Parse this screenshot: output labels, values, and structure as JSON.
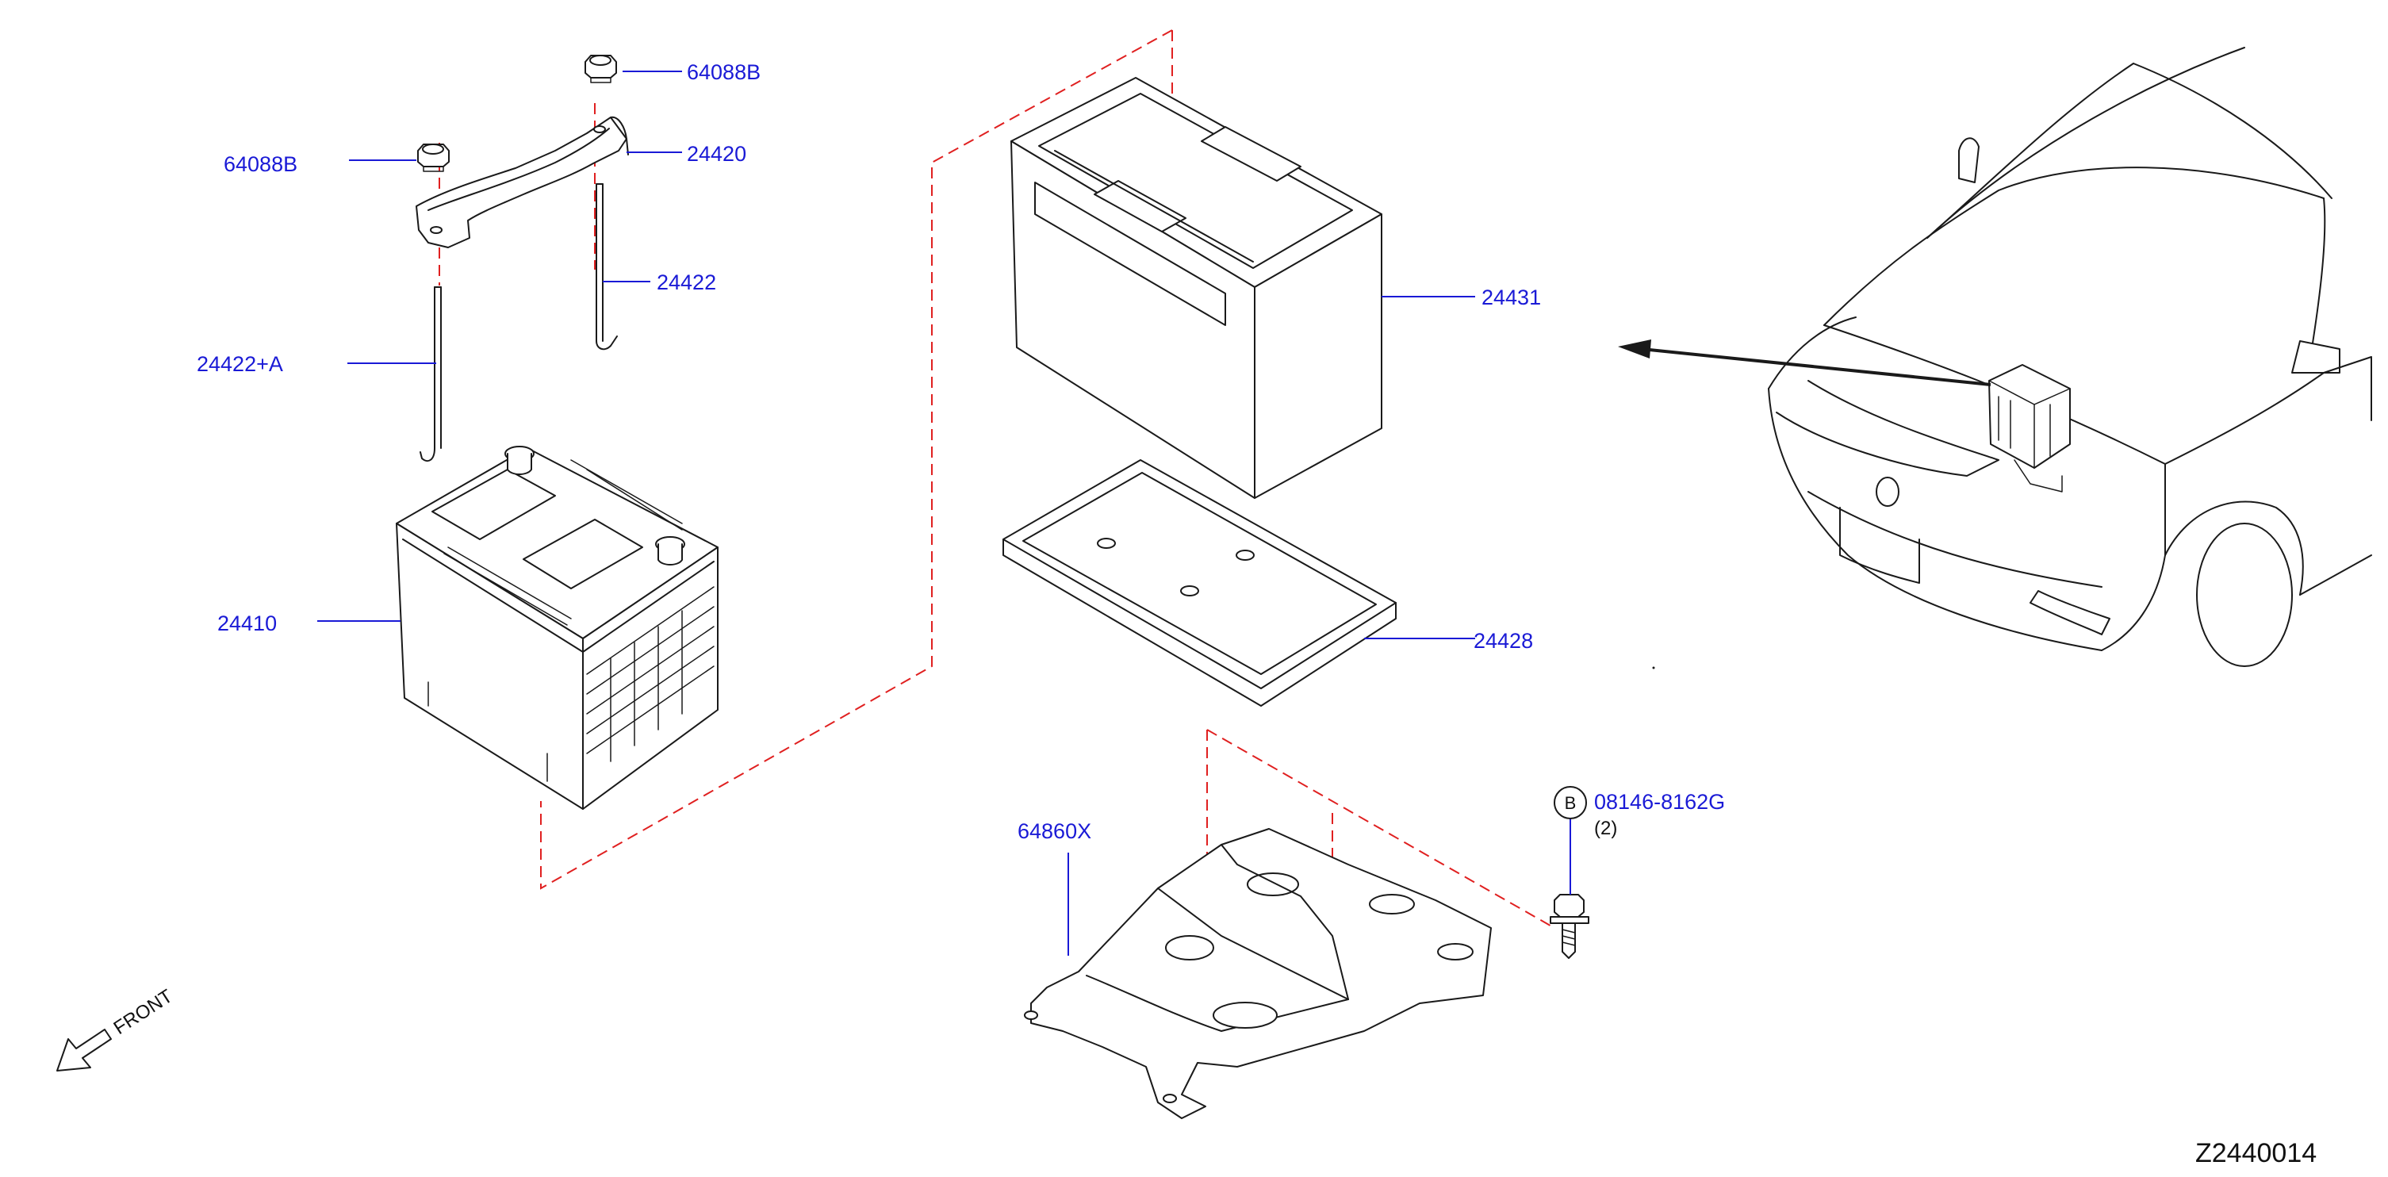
{
  "parts": [
    {
      "id": "nut_top",
      "number": "64088B"
    },
    {
      "id": "bracket",
      "number": "24420"
    },
    {
      "id": "nut_left",
      "number": "64088B"
    },
    {
      "id": "rod_right",
      "number": "24422"
    },
    {
      "id": "rod_left",
      "number": "24422+A"
    },
    {
      "id": "box",
      "number": "24431"
    },
    {
      "id": "battery",
      "number": "24410"
    },
    {
      "id": "tray",
      "number": "24428"
    },
    {
      "id": "bolt",
      "number": "08146-8162G",
      "symbol": "B",
      "qty": "(2)"
    },
    {
      "id": "support",
      "number": "64860X"
    }
  ],
  "front_label": "FRONT",
  "diagram_ref": "Z2440014",
  "colors": {
    "part_number": "#1a1ad6",
    "dash_line": "#e02020",
    "ink": "#1a1a1a"
  }
}
